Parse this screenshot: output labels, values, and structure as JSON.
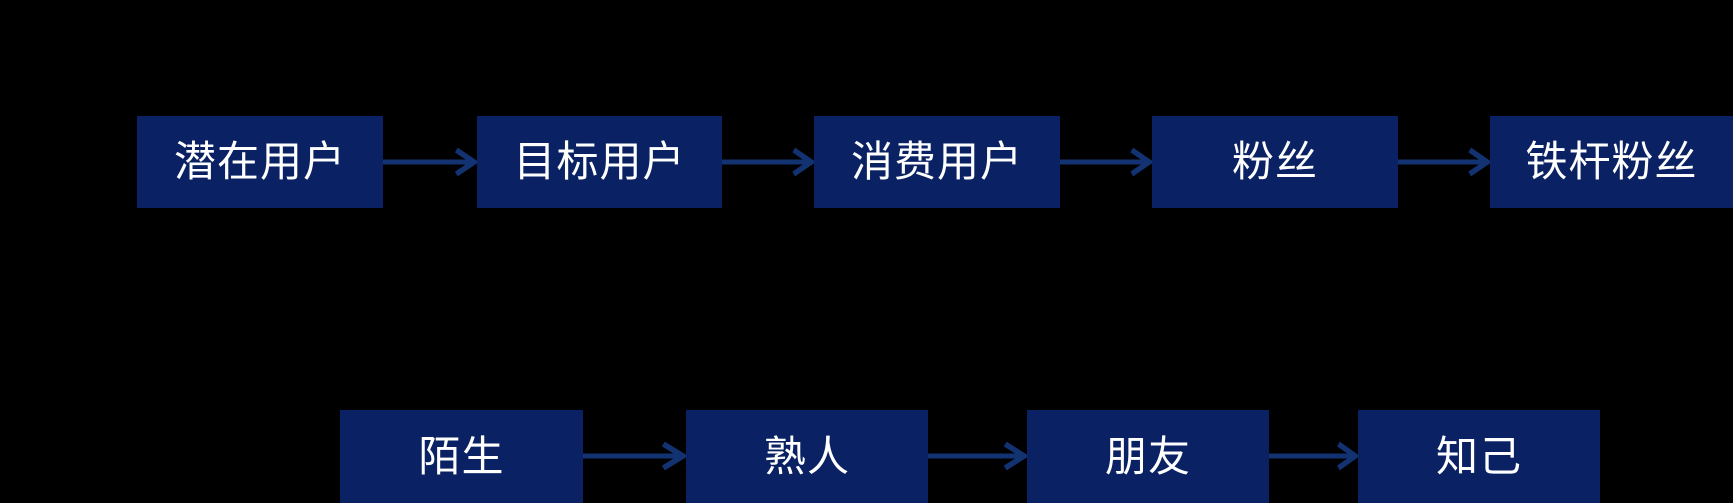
{
  "colors": {
    "background": "#000000",
    "node_fill": "#0a2263",
    "node_text": "#ffffff",
    "arrow": "#133272"
  },
  "user_growth_flow": {
    "nodes": [
      {
        "label": "潜在用户"
      },
      {
        "label": "目标用户"
      },
      {
        "label": "消费用户"
      },
      {
        "label": "粉丝"
      },
      {
        "label": "铁杆粉丝"
      }
    ]
  },
  "relationship_flow": {
    "nodes": [
      {
        "label": "陌生"
      },
      {
        "label": "熟人"
      },
      {
        "label": "朋友"
      },
      {
        "label": "知己"
      }
    ]
  }
}
